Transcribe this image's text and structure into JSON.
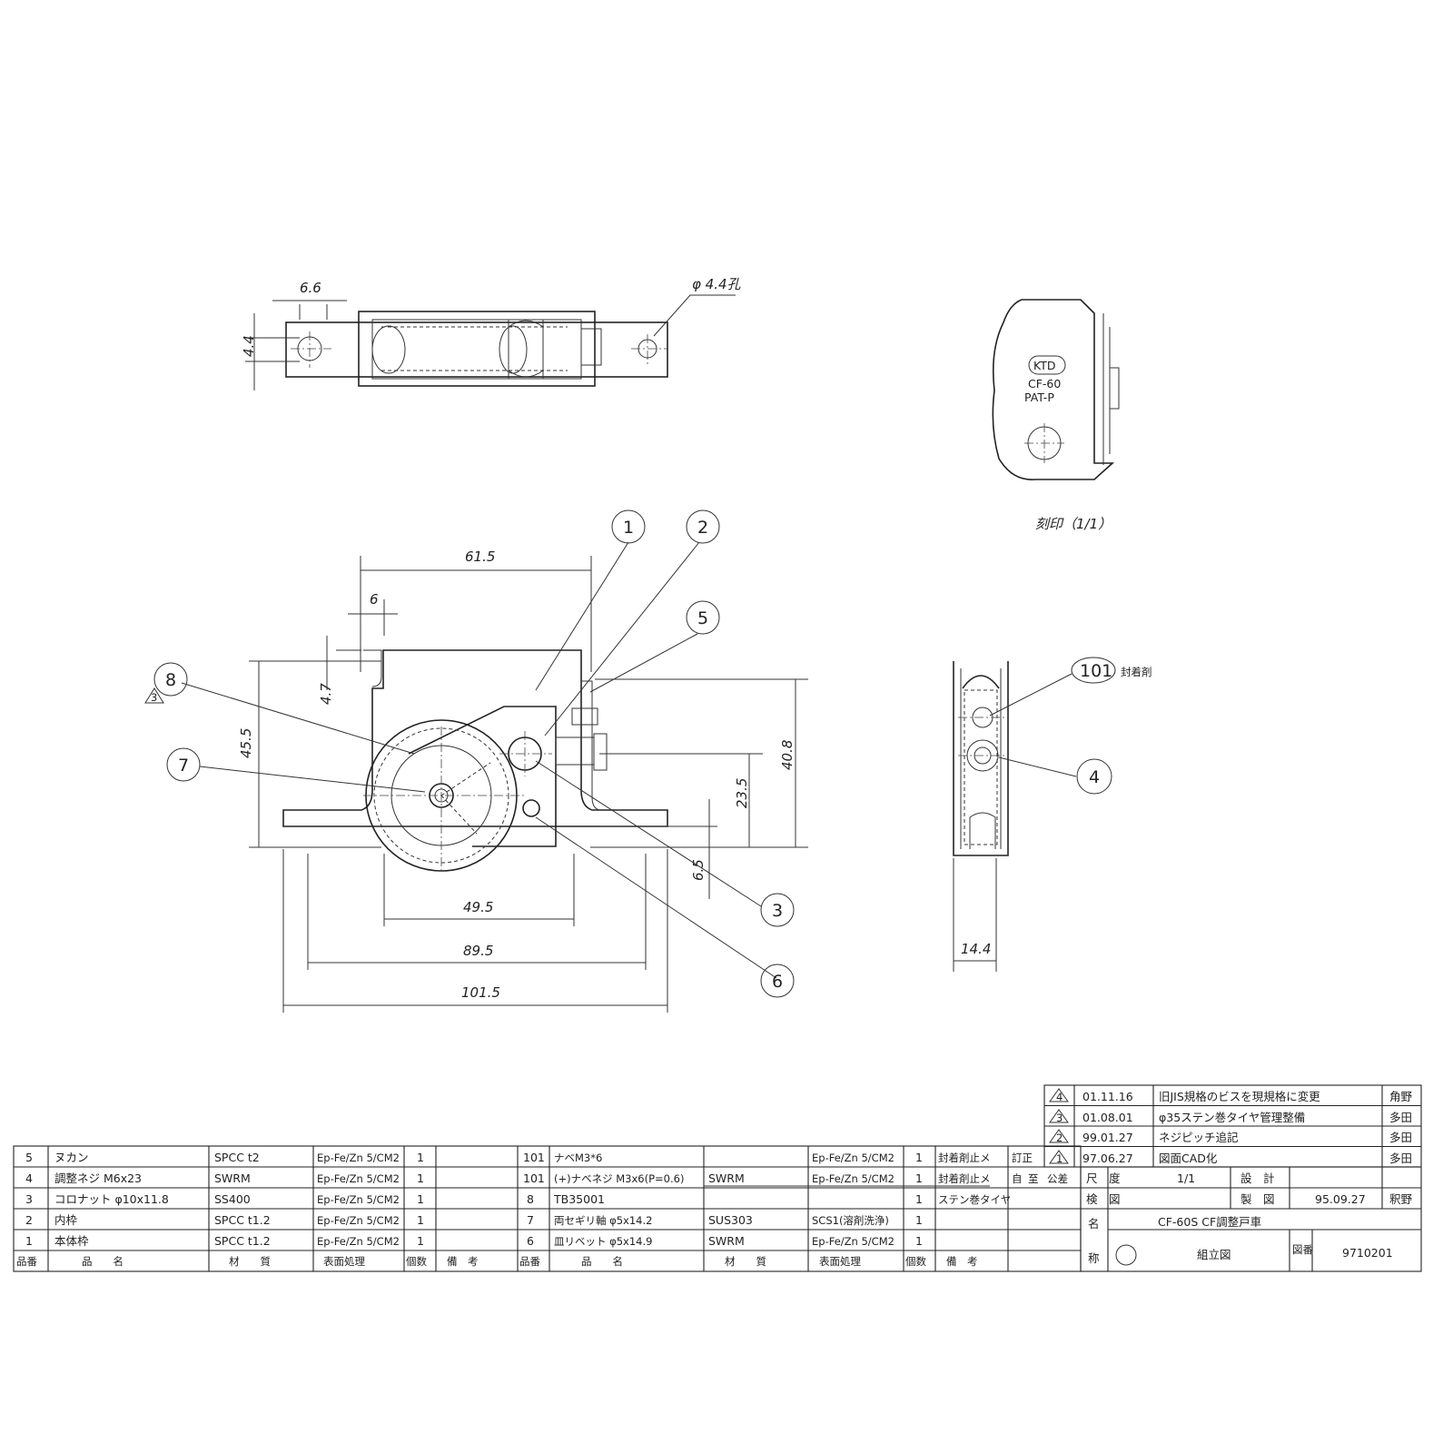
{
  "views": {
    "top": {
      "dims": {
        "slot_width": "6.6",
        "slot_height": "4.4",
        "hole": "φ 4.4孔"
      }
    },
    "stamp": {
      "lines": [
        "KTD",
        "CF-60",
        "PAT-P"
      ],
      "caption": "刻印（1/1）"
    },
    "front": {
      "dims": {
        "d61_5": "61.5",
        "d6": "6",
        "d4_7": "4.7",
        "d45_5": "45.5",
        "d40_8": "40.8",
        "d23_5": "23.5",
        "d6_5": "6.5",
        "d49_5": "49.5",
        "d89_5": "89.5",
        "d101_5": "101.5"
      },
      "balloons": [
        "1",
        "2",
        "5",
        "8",
        "7",
        "3",
        "6"
      ],
      "revision_mark": "3"
    },
    "side": {
      "balloon_101": "101",
      "balloon_101_note": "封着剤",
      "balloon_4": "4",
      "dim_width": "14.4"
    }
  },
  "revisions": [
    {
      "mark": "4",
      "date": "01.11.16",
      "desc": "旧JIS規格のビスを現規格に変更",
      "by": "角野"
    },
    {
      "mark": "3",
      "date": "01.08.01",
      "desc": "φ35ステン巻タイヤ管理整備",
      "by": "多田"
    },
    {
      "mark": "2",
      "date": "99.01.27",
      "desc": "ネジピッチ追記",
      "by": "多田"
    },
    {
      "mark": "1",
      "date": "97.06.27",
      "desc": "図面CAD化",
      "by": "多田"
    }
  ],
  "parts_left": [
    {
      "no": "5",
      "name": "ヌカン",
      "material": "SPCC t2",
      "surface": "Ep-Fe/Zn 5/CM2",
      "qty": "1",
      "note": ""
    },
    {
      "no": "4",
      "name": "調整ネジ M6x23",
      "material": "SWRM",
      "surface": "Ep-Fe/Zn 5/CM2",
      "qty": "1",
      "note": ""
    },
    {
      "no": "3",
      "name": "コロナット φ10x11.8",
      "material": "SS400",
      "surface": "Ep-Fe/Zn 5/CM2",
      "qty": "1",
      "note": ""
    },
    {
      "no": "2",
      "name": "内枠",
      "material": "SPCC t1.2",
      "surface": "Ep-Fe/Zn 5/CM2",
      "qty": "1",
      "note": ""
    },
    {
      "no": "1",
      "name": "本体枠",
      "material": "SPCC t1.2",
      "surface": "Ep-Fe/Zn 5/CM2",
      "qty": "1",
      "note": ""
    }
  ],
  "parts_right": [
    {
      "no": "101",
      "name": "ナベM3*6",
      "material": "",
      "surface": "Ep-Fe/Zn 5/CM2",
      "qty": "1",
      "note": "封着剤止メ"
    },
    {
      "no": "101",
      "name": "(+)ナベネジ M3x6(P=0.6)",
      "material": "SWRM",
      "surface": "Ep-Fe/Zn 5/CM2",
      "qty": "1",
      "note": "封着剤止メ"
    },
    {
      "no": "8",
      "name": "TB35001",
      "material": "",
      "surface": "",
      "qty": "1",
      "note": "ステン巻タイヤ"
    },
    {
      "no": "7",
      "name": "両セギリ軸 φ5x14.2",
      "material": "SUS303",
      "surface": "SCS1(溶剤洗浄)",
      "qty": "1",
      "note": ""
    },
    {
      "no": "6",
      "name": "皿リベット φ5x14.9",
      "material": "SWRM",
      "surface": "Ep-Fe/Zn 5/CM2",
      "qty": "1",
      "note": ""
    }
  ],
  "header_left": [
    "品番",
    "品　　名",
    "材　　質",
    "表面処理",
    "個数",
    "備　考"
  ],
  "header_right": [
    "品番",
    "品　　名",
    "材　　質",
    "表面処理",
    "個数",
    "備　考"
  ],
  "title_block": {
    "corr_label": "訂正",
    "corr_self": "自",
    "corr_to": "至",
    "tol_label": "公差",
    "scale_label": "尺　度",
    "scale": "1/1",
    "design_label": "設　計",
    "check_label": "検　図",
    "draw_label": "製　図",
    "draw_date": "95.09.27",
    "drafter": "釈野",
    "name_label_1": "名",
    "name_label_2": "称",
    "product": "CF-60S CF調整戸車",
    "assembly": "組立図",
    "dwg_label": "図番",
    "dwg_no": "9710201"
  }
}
